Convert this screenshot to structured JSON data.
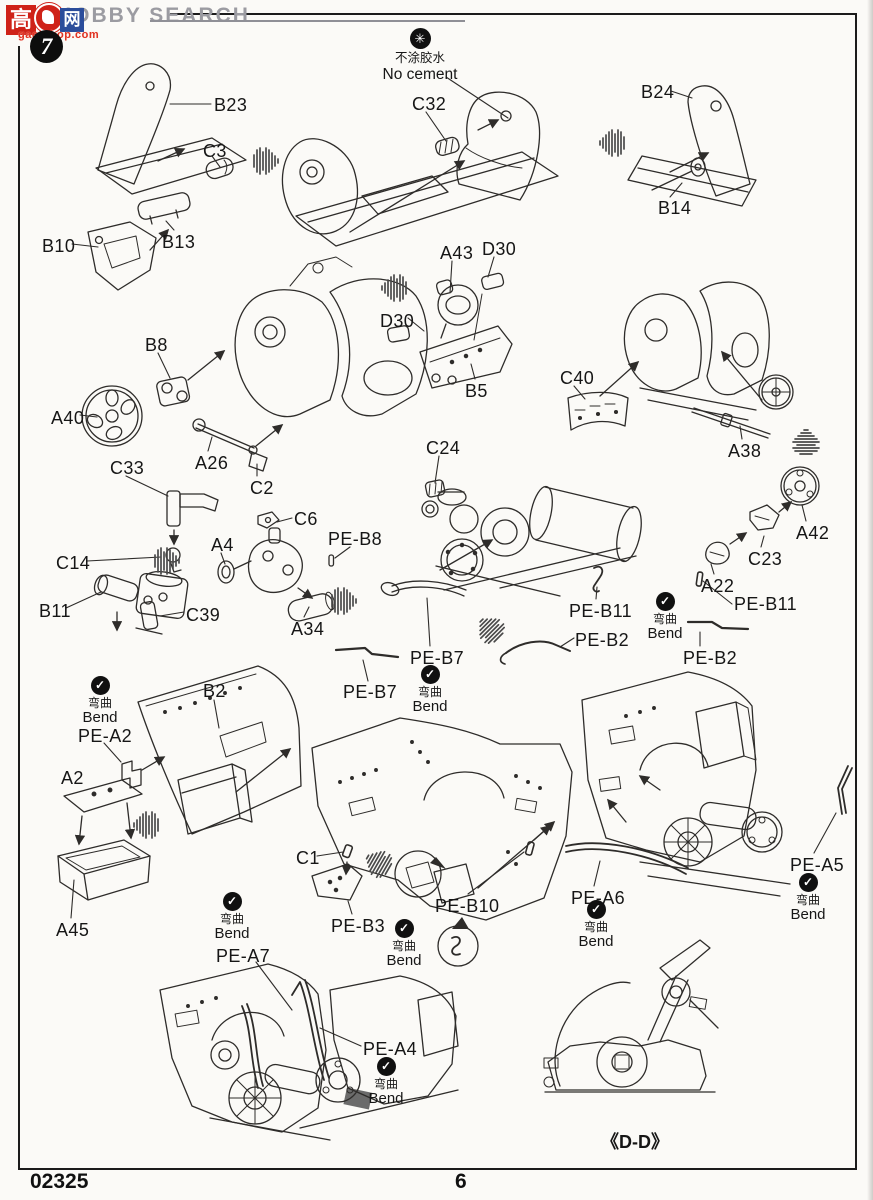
{
  "page": {
    "step_number": "7",
    "kit_number": "02325",
    "page_number": "6",
    "section_view_label": "《D-D》"
  },
  "watermark": {
    "logo_char_left": "高",
    "logo_char_right": "网",
    "brand_text": "HOBBY SEARCH",
    "url_text": "gao-shop.com"
  },
  "annotations": {
    "no_cement": {
      "cn": "不涂胶水",
      "en": "No cement"
    },
    "bend": {
      "cn": "弯曲",
      "en": "Bend"
    }
  },
  "part_labels": [
    {
      "text": "B23"
    },
    {
      "text": "C3"
    },
    {
      "text": "B10"
    },
    {
      "text": "B13"
    },
    {
      "text": "C32"
    },
    {
      "text": "B24"
    },
    {
      "text": "B14"
    },
    {
      "text": "A43"
    },
    {
      "text": "D30"
    },
    {
      "text": "D30"
    },
    {
      "text": "B5"
    },
    {
      "text": "C40"
    },
    {
      "text": "A38"
    },
    {
      "text": "B8"
    },
    {
      "text": "A40"
    },
    {
      "text": "A26"
    },
    {
      "text": "C2"
    },
    {
      "text": "C33"
    },
    {
      "text": "C14"
    },
    {
      "text": "B11"
    },
    {
      "text": "C39"
    },
    {
      "text": "A4"
    },
    {
      "text": "C6"
    },
    {
      "text": "PE-B8"
    },
    {
      "text": "A34"
    },
    {
      "text": "C24"
    },
    {
      "text": "A22"
    },
    {
      "text": "C23"
    },
    {
      "text": "A42"
    },
    {
      "text": "PE-B11"
    },
    {
      "text": "PE-B2"
    },
    {
      "text": "PE-B11"
    },
    {
      "text": "PE-B2"
    },
    {
      "text": "PE-B7"
    },
    {
      "text": "PE-B7"
    },
    {
      "text": "B2"
    },
    {
      "text": "PE-A2"
    },
    {
      "text": "A2"
    },
    {
      "text": "A45"
    },
    {
      "text": "C1"
    },
    {
      "text": "PE-B3"
    },
    {
      "text": "PE-B10"
    },
    {
      "text": "PE-A6"
    },
    {
      "text": "PE-A5"
    },
    {
      "text": "PE-A7"
    },
    {
      "text": "PE-A4"
    }
  ]
}
